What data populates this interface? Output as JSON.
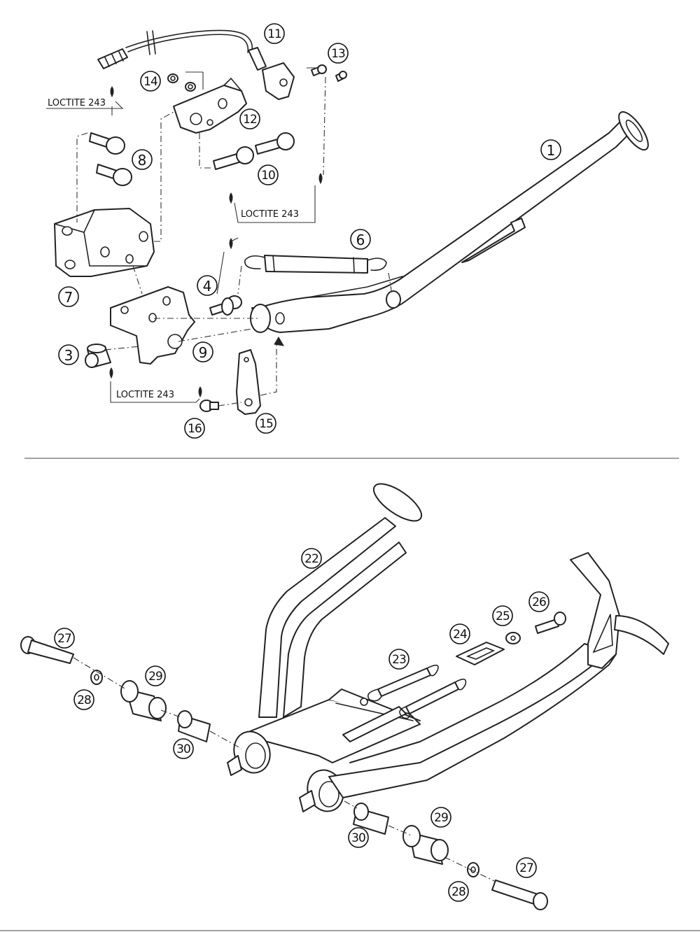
{
  "notes": {
    "loctite_1": "LOCTITE 243",
    "loctite_2": "LOCTITE 243",
    "loctite_3": "LOCTITE 243"
  },
  "callouts": {
    "c1": "1",
    "c3": "3",
    "c4": "4",
    "c6": "6",
    "c7": "7",
    "c8": "8",
    "c9": "9",
    "c10": "10",
    "c11": "11",
    "c12": "12",
    "c13": "13",
    "c14": "14",
    "c15": "15",
    "c16": "16",
    "c22": "22",
    "c23": "23",
    "c24": "24",
    "c25": "25",
    "c26": "26",
    "c27a": "27",
    "c28a": "28",
    "c29a": "29",
    "c30a": "30",
    "c27b": "27",
    "c28b": "28",
    "c29b": "29",
    "c30b": "30"
  }
}
